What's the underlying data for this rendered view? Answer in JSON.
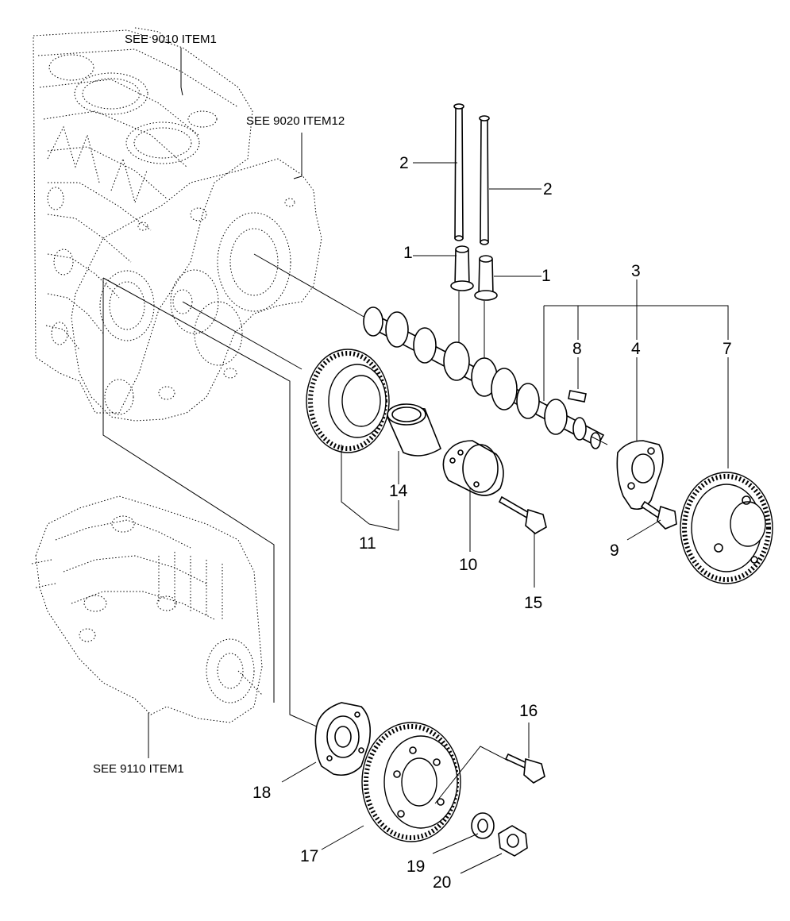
{
  "references": [
    {
      "id": "ref-9010",
      "text": "SEE 9010 ITEM1"
    },
    {
      "id": "ref-9020",
      "text": "SEE 9020 ITEM12"
    },
    {
      "id": "ref-9110",
      "text": "SEE 9110 ITEM1"
    }
  ],
  "callouts": [
    "1",
    "1",
    "2",
    "2",
    "3",
    "4",
    "7",
    "8",
    "9",
    "10",
    "11",
    "14",
    "15",
    "16",
    "17",
    "18",
    "19",
    "20"
  ]
}
